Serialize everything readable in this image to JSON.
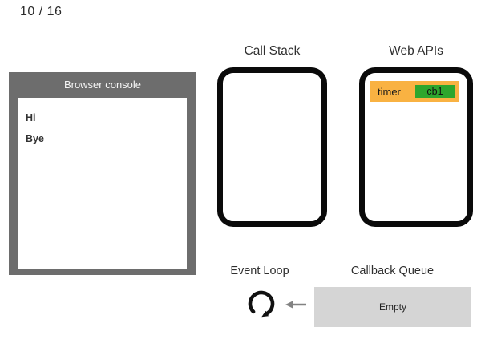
{
  "page_counter": "10 / 16",
  "browser_console": {
    "title": "Browser console",
    "lines": [
      "Hi",
      "Bye"
    ]
  },
  "call_stack": {
    "title": "Call Stack"
  },
  "web_apis": {
    "title": "Web APIs",
    "task": {
      "name": "timer",
      "callback": "cb1"
    }
  },
  "event_loop": {
    "title": "Event Loop",
    "icon": "clockwise-loop-arrow"
  },
  "callback_queue": {
    "title": "Callback Queue",
    "content": "Empty",
    "arrow_icon": "left-arrow"
  },
  "colors": {
    "console_frame": "#6d6d6d",
    "console_title_text": "#f5f5f5",
    "task_bar_bg": "#f9b242",
    "callback_chip_bg": "#2da62d",
    "queue_box_bg": "#d5d5d5",
    "box_border": "#0a0a0a",
    "arrow_gray": "#828282"
  }
}
